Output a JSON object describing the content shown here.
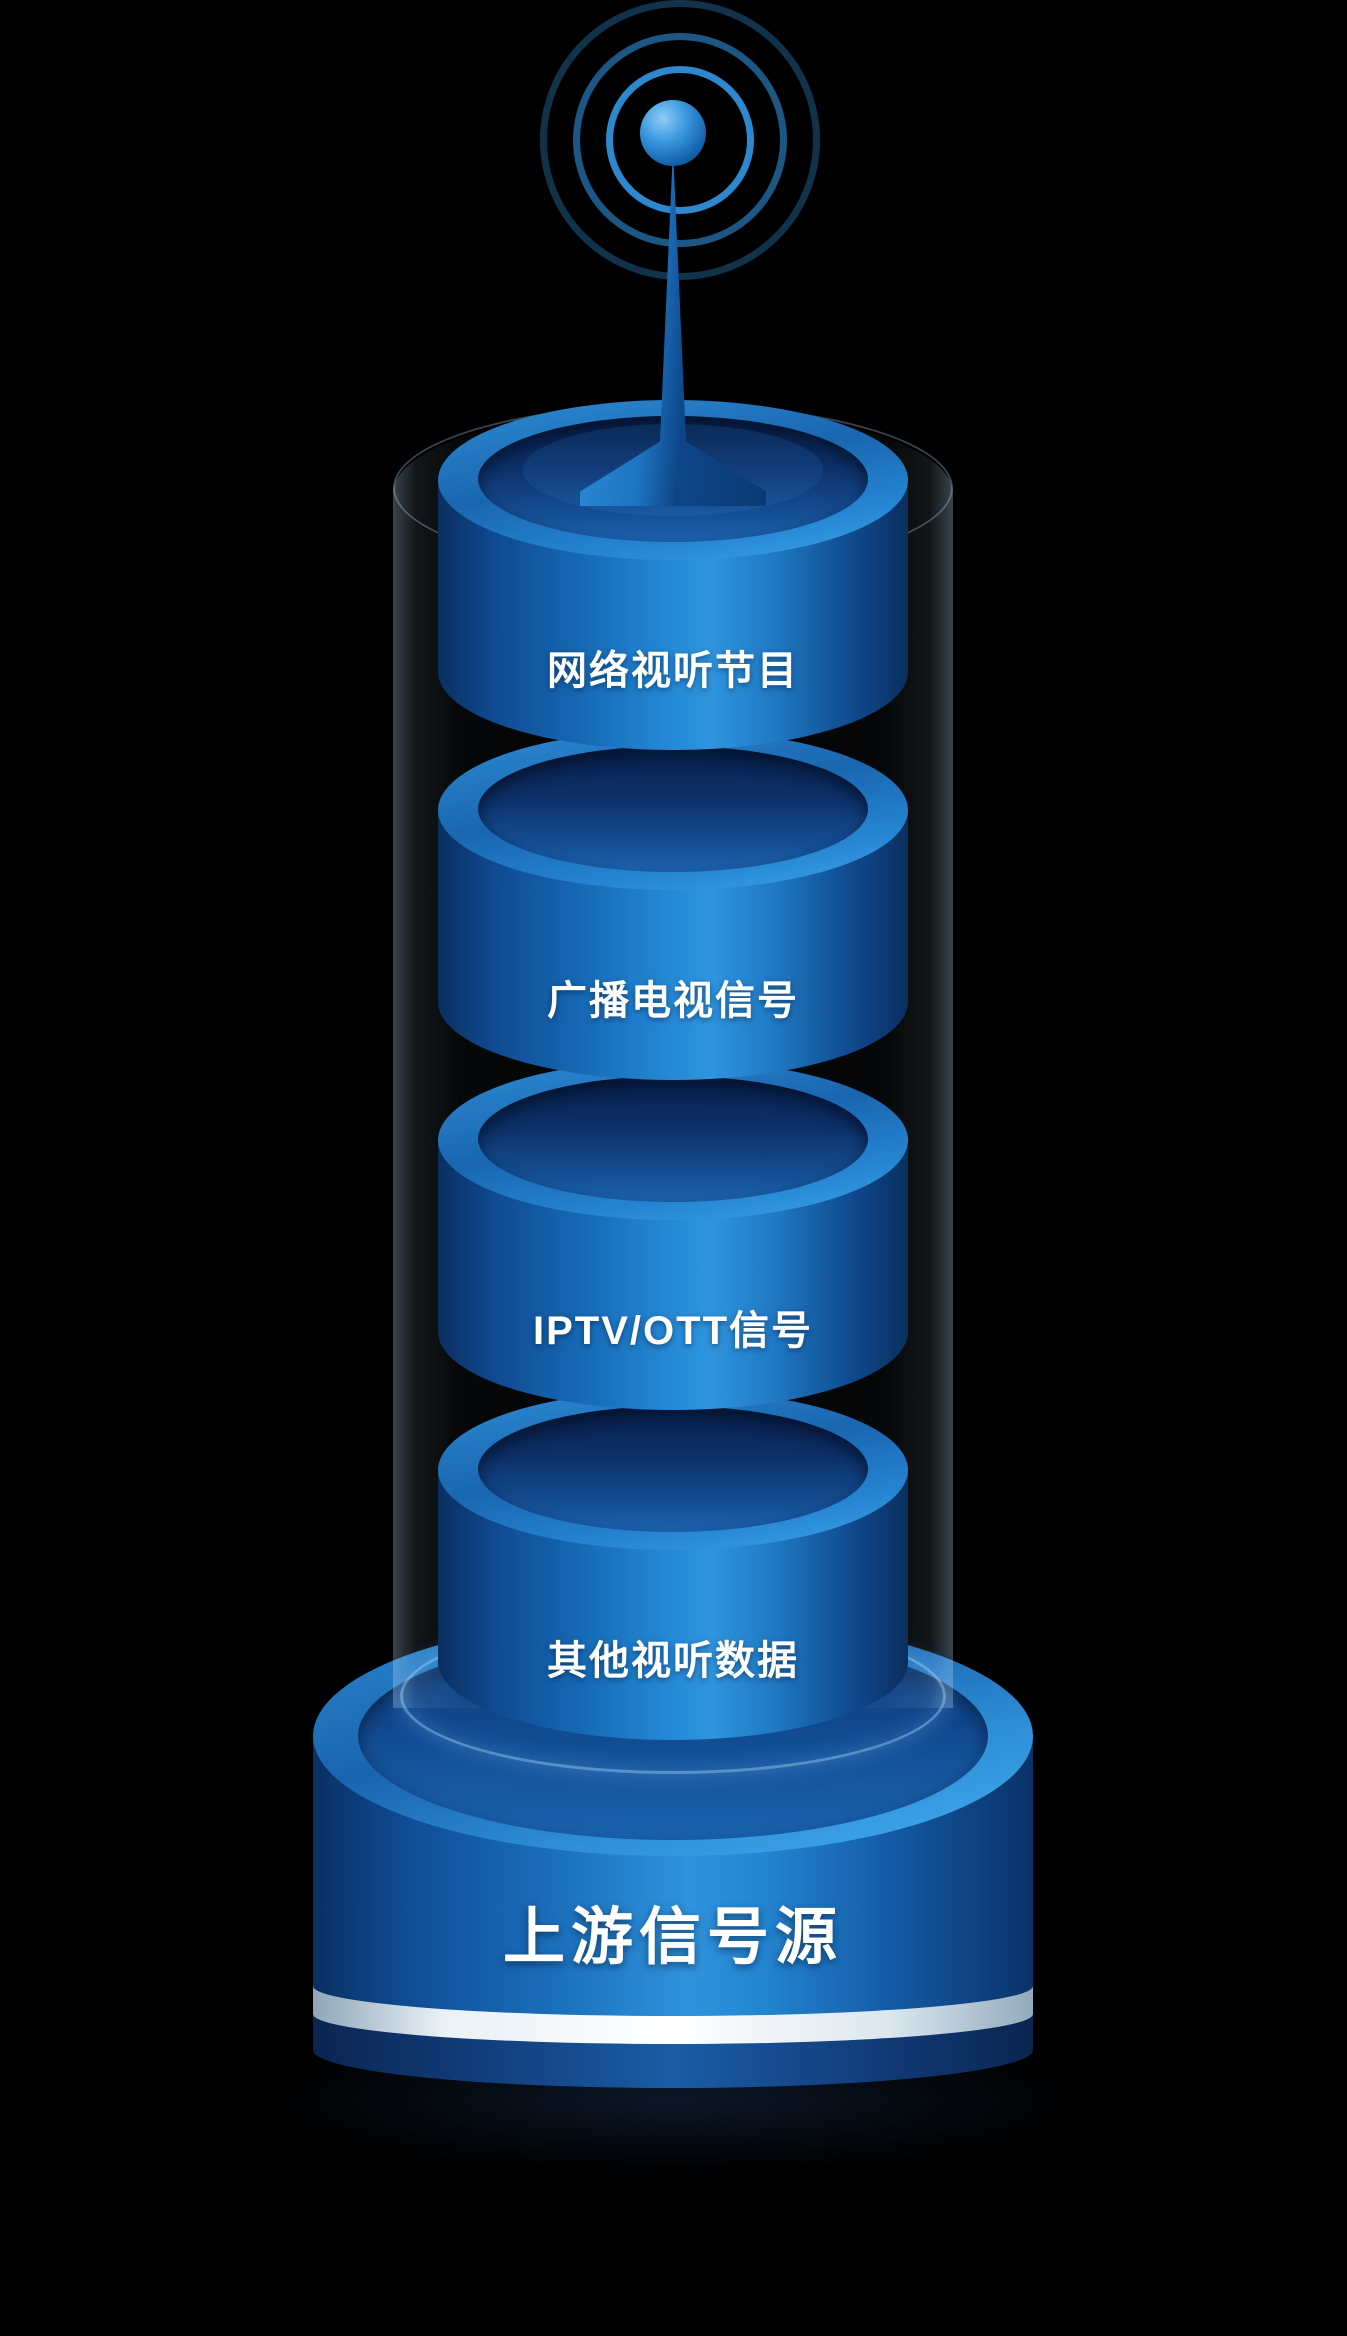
{
  "illustration": {
    "background": "#000000",
    "antenna": {
      "tip_icon": "antenna-ball-icon",
      "wave_icons": [
        "signal-ring-inner-icon",
        "signal-ring-middle-icon",
        "signal-ring-outer-icon"
      ]
    },
    "segments": [
      {
        "label": "网络视听节目"
      },
      {
        "label": "广播电视信号"
      },
      {
        "label": "IPTV/OTT信号"
      },
      {
        "label": "其他视听数据"
      }
    ],
    "base": {
      "label": "上游信号源"
    },
    "colors": {
      "cylinder_body_dark": "#0a2f60",
      "cylinder_body_light": "#2f95de",
      "rim_light": "#3ea4ea",
      "hole_dark": "#081f4a",
      "base_stripe": "#ffffff",
      "glow": "#aadcff"
    }
  }
}
